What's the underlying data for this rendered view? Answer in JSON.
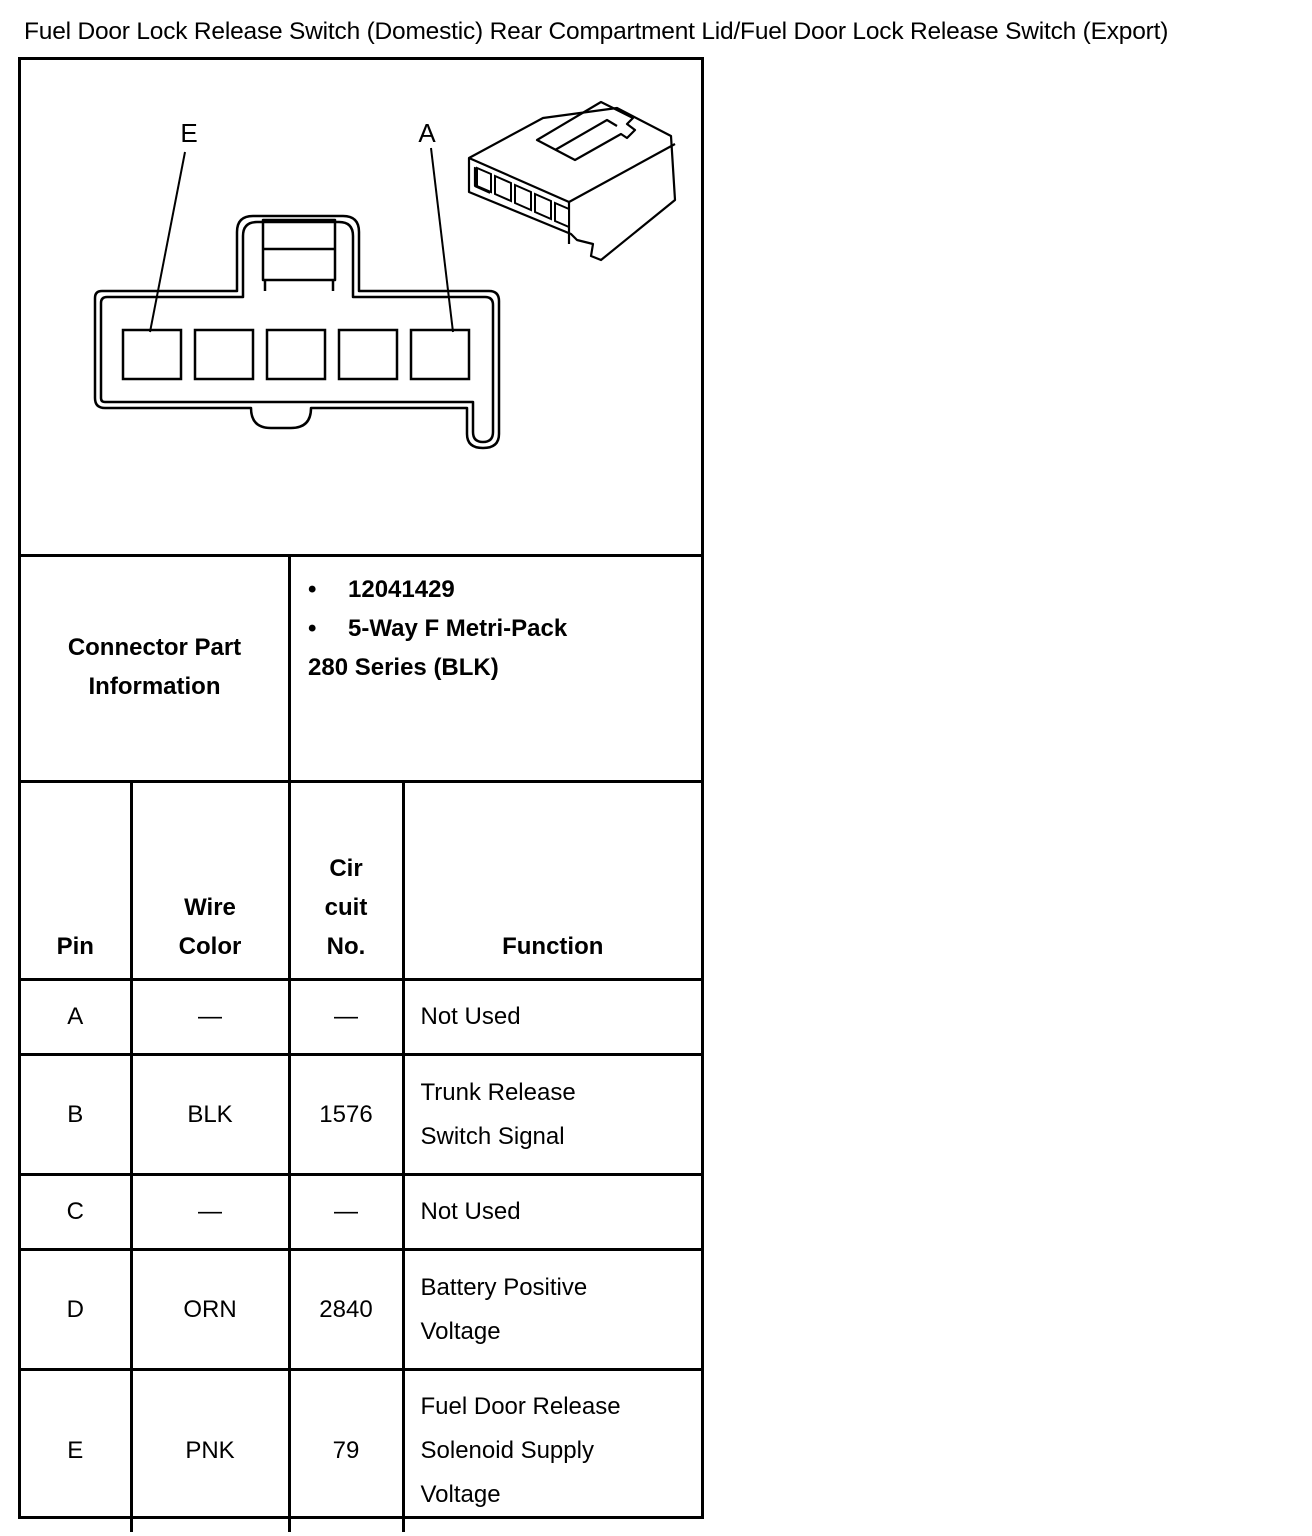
{
  "title": "Fuel Door Lock Release Switch (Domestic) Rear Compartment Lid/Fuel Door Lock Release Switch (Export)",
  "diagram": {
    "pin_label_left": "E",
    "pin_label_right": "A"
  },
  "connector_info": {
    "label": "Connector Part Information",
    "part_number": "12041429",
    "description_line1": "5-Way F Metri-Pack",
    "description_line2": "280 Series (BLK)"
  },
  "table": {
    "headers": {
      "pin": "Pin",
      "wire_color_line1": "Wire",
      "wire_color_line2": "Color",
      "circuit_line1": "Cir",
      "circuit_line2": "cuit",
      "circuit_line3": "No.",
      "function": "Function"
    },
    "rows": [
      {
        "pin": "A",
        "color": "—",
        "circuit": "—",
        "function_lines": [
          "Not Used"
        ]
      },
      {
        "pin": "B",
        "color": "BLK",
        "circuit": "1576",
        "function_lines": [
          "Trunk Release",
          "Switch Signal"
        ]
      },
      {
        "pin": "C",
        "color": "—",
        "circuit": "—",
        "function_lines": [
          "Not Used"
        ]
      },
      {
        "pin": "D",
        "color": "ORN",
        "circuit": "2840",
        "function_lines": [
          "Battery Positive",
          "Voltage"
        ]
      },
      {
        "pin": "E",
        "color": "PNK",
        "circuit": "79",
        "function_lines": [
          "Fuel Door Release",
          "Solenoid Supply",
          "Voltage"
        ]
      }
    ]
  }
}
